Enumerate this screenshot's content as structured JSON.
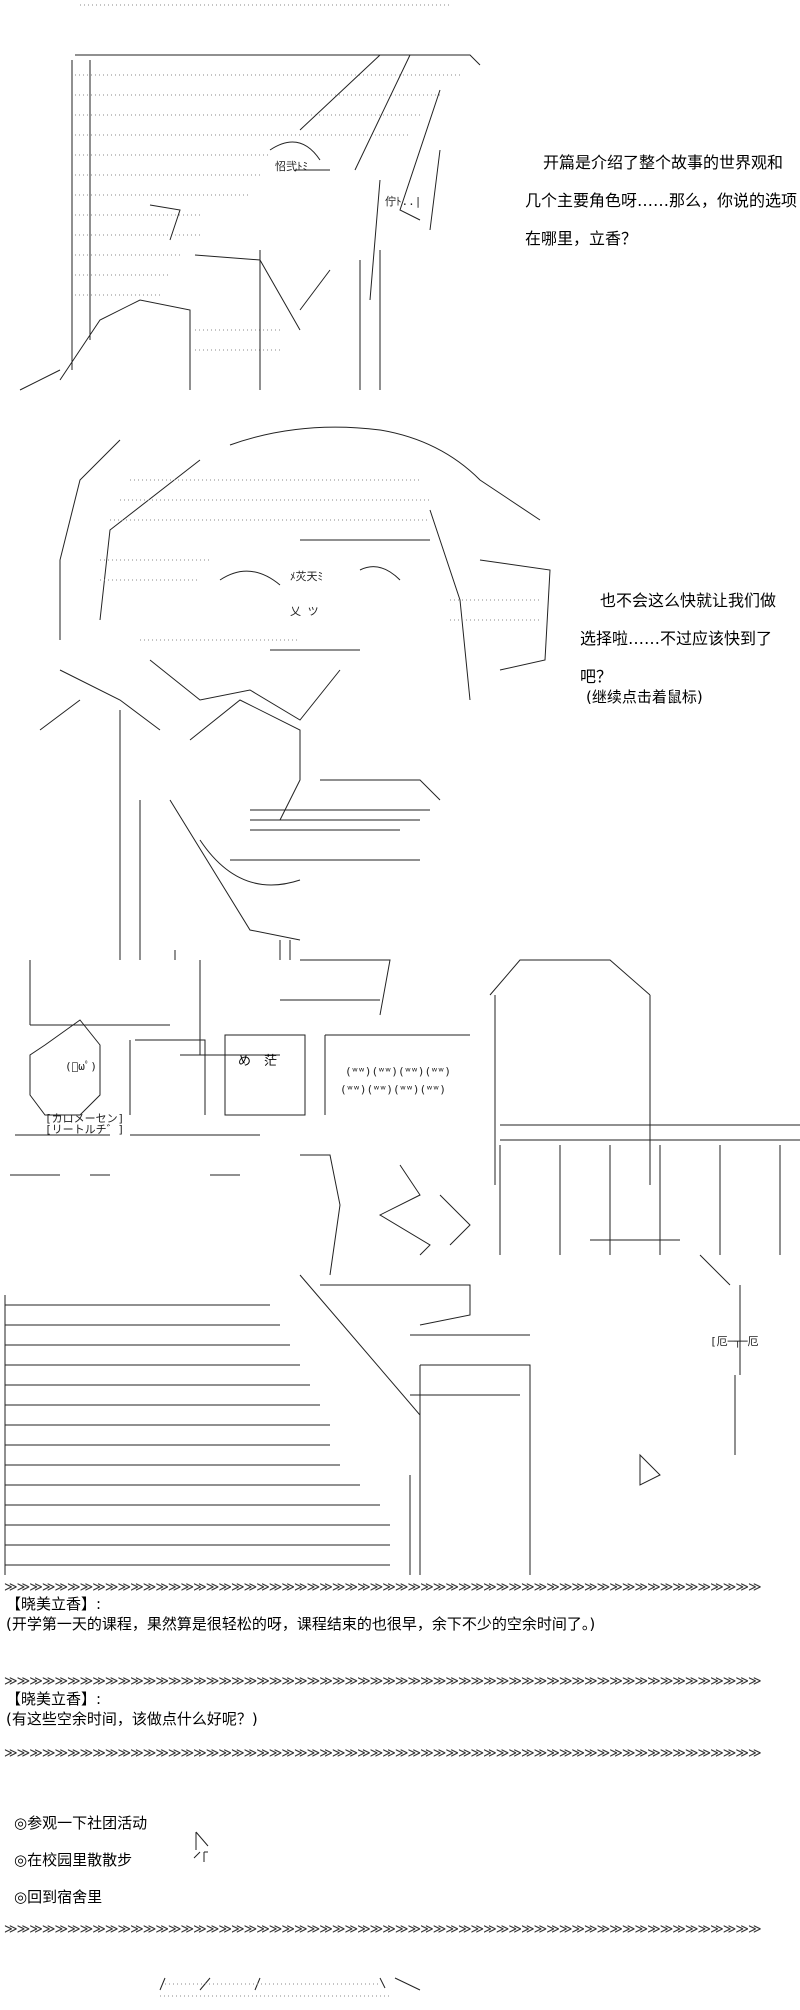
{
  "panel1": {
    "lines": [
      "开篇是介绍了整个故事的世界观和",
      "几个主要角色呀……那么，你说的选项",
      "在哪里，立香？"
    ]
  },
  "panel2": {
    "lines": [
      "也不会这么快就让我们做",
      "选择啦……不过应该快到了",
      "吧？"
    ],
    "note": "(继续点击着鼠标)"
  },
  "panel3": {
    "sign_text": [
      "[カロメーセン]",
      "[リートルチ゛]"
    ],
    "face": "(ﾟωﾟ)",
    "sign2": "め　茫"
  },
  "separator": "≫≫≫≫≫≫≫≫≫≫≫≫≫≫≫≫≫≫≫≫≫≫≫≫≫≫≫≫≫≫≫≫≫≫≫≫≫≫≫≫≫≫≫≫≫≫≫≫≫≫≫≫≫≫≫≫≫≫≫≫",
  "dialogue": [
    {
      "speaker": "【晓美立香】:",
      "text": "(开学第一天的课程，果然算是很轻松的呀，课程结束的也很早，余下不少的空余时间了。)"
    },
    {
      "speaker": "【晓美立香】:",
      "text": "(有这些空余时间，该做点什么好呢？)"
    }
  ],
  "options": [
    "◎参观一下社团活动",
    "◎在校园里散散步",
    "◎回到宿舍里"
  ]
}
